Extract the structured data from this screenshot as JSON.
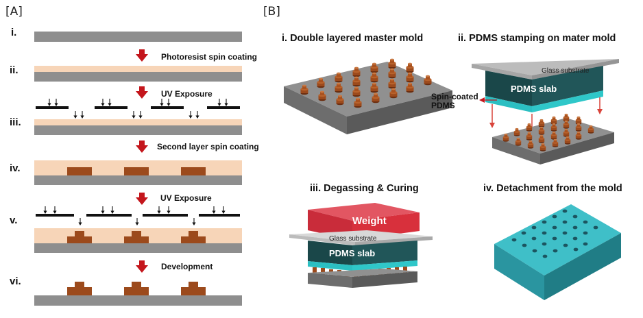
{
  "panel_a": {
    "label": "[A]",
    "rows": [
      "i.",
      "ii.",
      "iii.",
      "iv.",
      "v.",
      "vi."
    ],
    "steps": [
      "Photoresist spin coating",
      "UV Exposure",
      "Second layer spin coating",
      "UV Exposure",
      "Development"
    ]
  },
  "panel_b": {
    "label": "[B]",
    "titles": [
      "i. Double layered master mold",
      "ii. PDMS stamping on mater mold",
      "iii. Degassing & Curing",
      "iv. Detachment from the mold"
    ],
    "glass_label": "Glass substrate",
    "pdms_label": "PDMS slab",
    "spin_label_1": "Spin-coated",
    "spin_label_2": "PDMS",
    "weight_label": "Weight"
  },
  "colors": {
    "substrate": "#8e8e8e",
    "resist": "#f7d5b8",
    "feature": "#9c4a1c",
    "arrow": "#c4161c",
    "pdms_dark": "#1d4d4f",
    "pdms_light": "#2fc7c9",
    "weight": "#d8303c",
    "glass": "#d2d2d2"
  }
}
